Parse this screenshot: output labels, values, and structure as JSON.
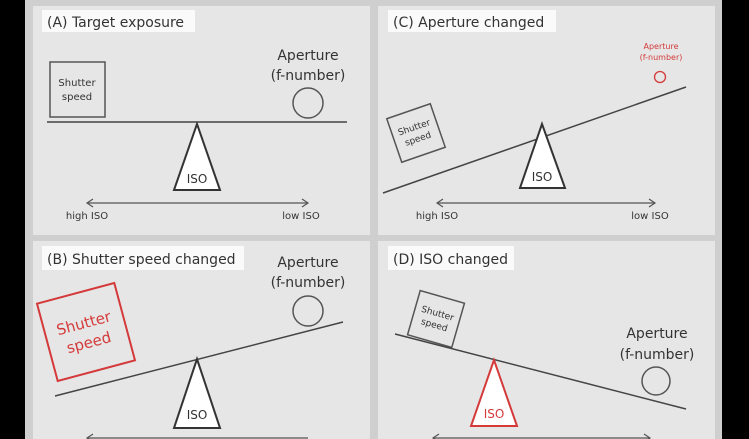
{
  "panels": {
    "a": {
      "title": "(A) Target exposure",
      "shutter": [
        "Shutter",
        "speed"
      ],
      "aperture": [
        "Aperture",
        "(f-number)"
      ],
      "fulcrum": "ISO",
      "axis_left": "high ISO",
      "axis_right": "low ISO"
    },
    "b": {
      "title": "(B) Shutter speed changed",
      "shutter": [
        "Shutter",
        "speed"
      ],
      "aperture": [
        "Aperture",
        "(f-number)"
      ],
      "fulcrum": "ISO"
    },
    "c": {
      "title": "(C) Aperture changed",
      "shutter": [
        "Shutter",
        "speed"
      ],
      "aperture": [
        "Aperture",
        "(f-number)"
      ],
      "fulcrum": "ISO",
      "axis_left": "high ISO",
      "axis_right": "low ISO"
    },
    "d": {
      "title": "(D) ISO changed",
      "shutter": [
        "Shutter",
        "speed"
      ],
      "aperture": [
        "Aperture",
        "(f-number)"
      ],
      "fulcrum": "ISO"
    }
  },
  "colors": {
    "highlight": "#d43a3a",
    "line": "#444444",
    "panel": "#e6e6e6",
    "frame": "#cfcfcf"
  }
}
